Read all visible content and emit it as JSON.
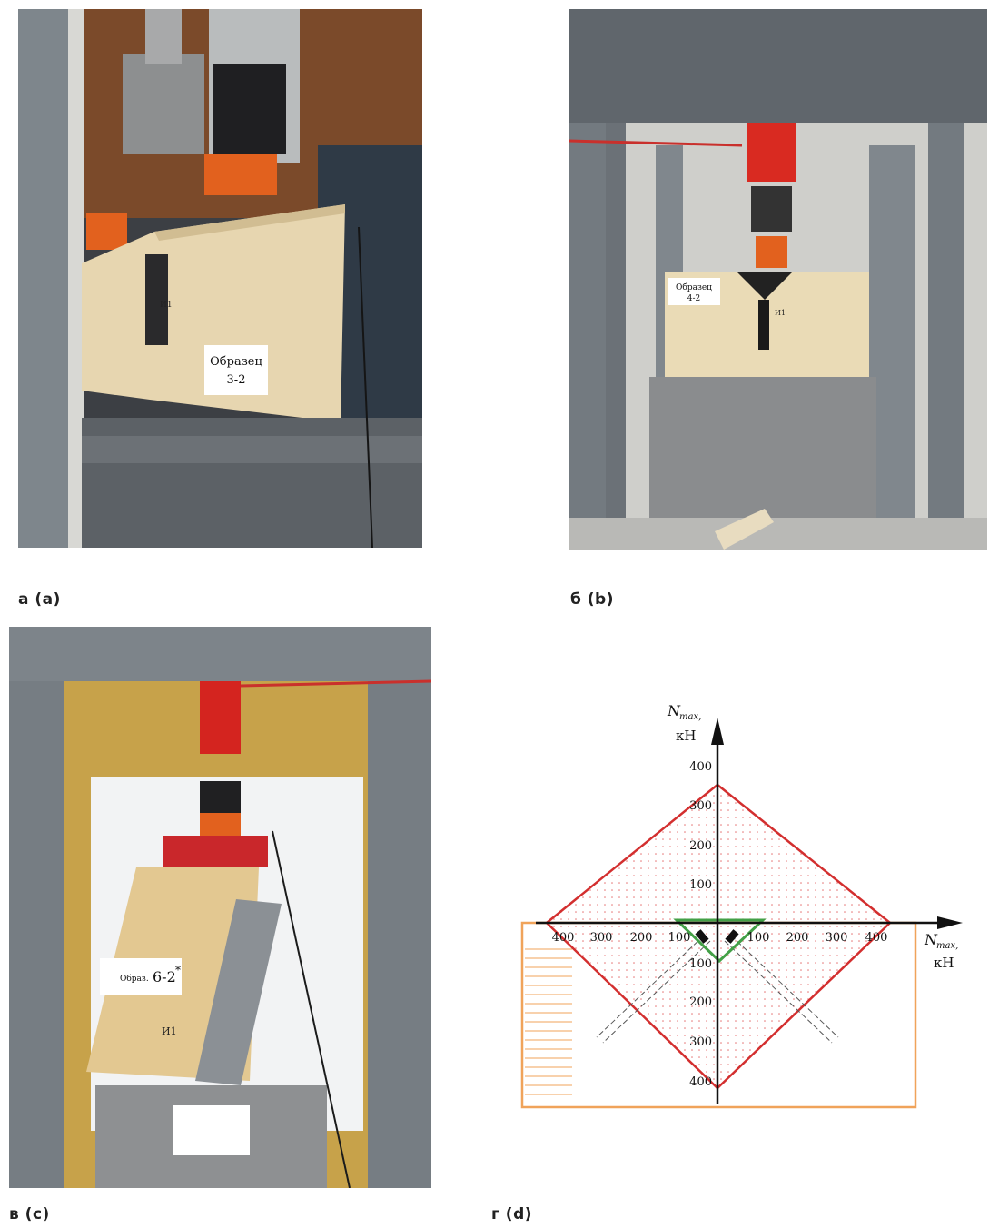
{
  "captions": {
    "a": "а (a)",
    "b": "б (b)",
    "c": "в (c)",
    "d": "г (d)"
  },
  "photo_a": {
    "label_line1": "Образец",
    "label_line2": "3-2",
    "tag_h1": "И1"
  },
  "photo_b": {
    "label_line1": "Образец",
    "label_line2": "4-2",
    "tag_h1": "И1"
  },
  "photo_c": {
    "label_prefix": "Образ.",
    "label_number": "6-2",
    "label_mark": "*",
    "tag_h1": "И1"
  },
  "diagram": {
    "axis_y_label": "N",
    "axis_y_sub": "max,",
    "axis_y_unit": "кН",
    "axis_x_label": "N",
    "axis_x_sub": "max,",
    "axis_x_unit": "кН",
    "y_ticks_up": [
      "100",
      "200",
      "300",
      "400"
    ],
    "y_ticks_down": [
      "100",
      "200",
      "300",
      "400"
    ],
    "x_ticks_left": [
      "400",
      "300",
      "200",
      "100"
    ],
    "x_ticks_right": [
      "100",
      "200",
      "300",
      "400"
    ],
    "colors": {
      "outer_envelope": "#d32f2f",
      "inner_envelope": "#43a047",
      "frame": "#f0a35a"
    }
  }
}
